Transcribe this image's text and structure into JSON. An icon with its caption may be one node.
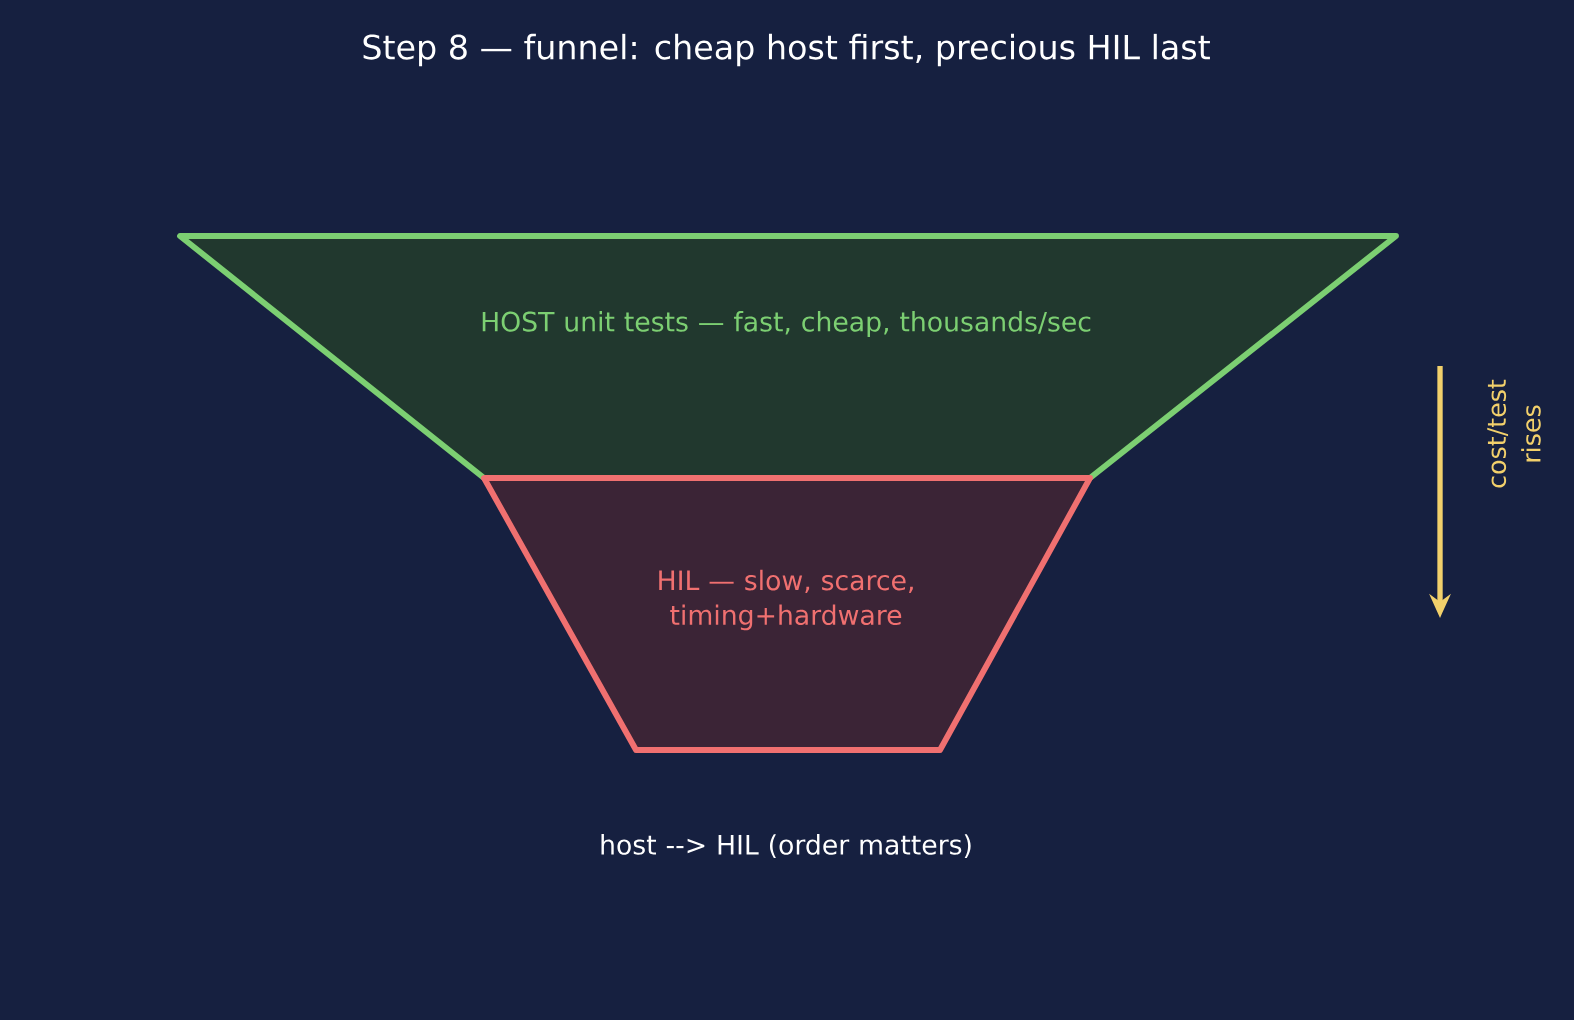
{
  "diagram": {
    "title": "Step 8 — funnel: cheap host first, precious HIL last",
    "nodes": [
      {
        "text": [
          "HOST unit tests — fast, cheap, thousands/sec"
        ]
      },
      {
        "text": [
          "HIL — slow, scarce, timing+hardware"
        ]
      }
    ],
    "edges": [],
    "labels": [
      "host  -->  HIL   (order matters)",
      "cost/test rises"
    ]
  }
}
